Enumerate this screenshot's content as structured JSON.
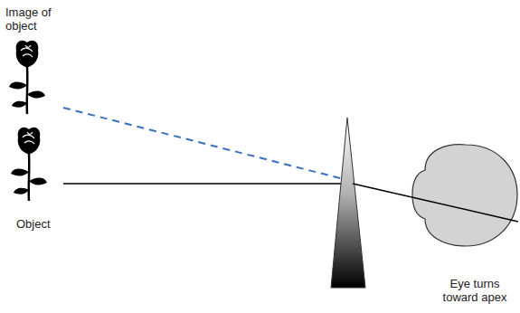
{
  "diagram": {
    "labels": [
      "Image of object",
      "Object",
      "Eye turns toward apex"
    ]
  }
}
